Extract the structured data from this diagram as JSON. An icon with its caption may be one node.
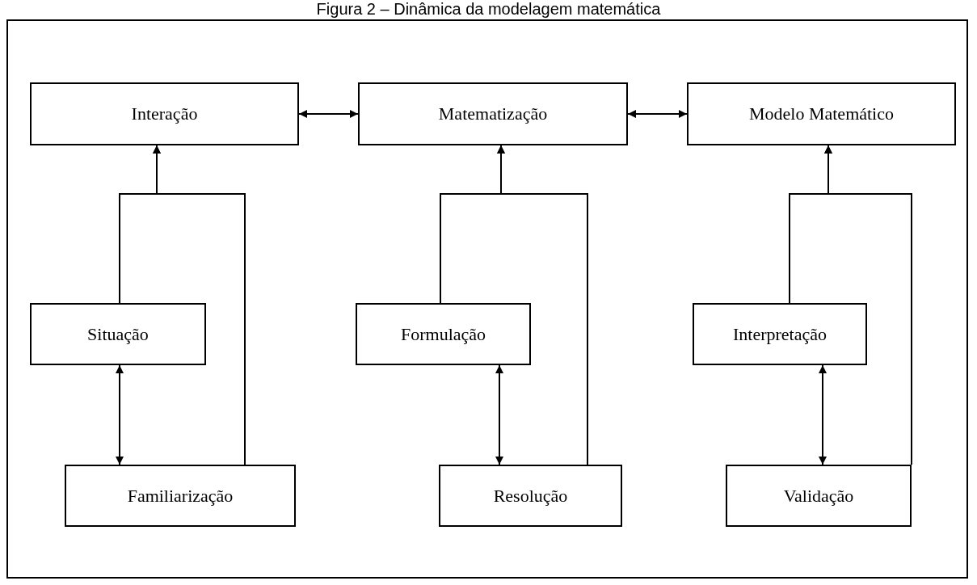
{
  "diagram": {
    "title": "Figura 2 – Dinâmica da modelagem matemática",
    "nodes": [
      {
        "text": [
          "Interação"
        ]
      },
      {
        "text": [
          "Matematização"
        ]
      },
      {
        "text": [
          "Modelo Matemático"
        ]
      },
      {
        "text": [
          "Situação"
        ]
      },
      {
        "text": [
          "Formulação"
        ]
      },
      {
        "text": [
          "Interpretação"
        ]
      },
      {
        "text": [
          "Familiarização"
        ]
      },
      {
        "text": [
          "Resolução"
        ]
      },
      {
        "text": [
          "Validação"
        ]
      }
    ],
    "edges": [
      {
        "from": 0,
        "to": 1,
        "arrow": "both"
      },
      {
        "from": 1,
        "to": 2,
        "arrow": "both"
      },
      {
        "from": 3,
        "to": 0,
        "arrow": "to"
      },
      {
        "from": 6,
        "to": 0,
        "arrow": "to"
      },
      {
        "from": 3,
        "to": 6,
        "arrow": "both"
      },
      {
        "from": 4,
        "to": 1,
        "arrow": "to"
      },
      {
        "from": 7,
        "to": 1,
        "arrow": "to"
      },
      {
        "from": 4,
        "to": 7,
        "arrow": "both"
      },
      {
        "from": 5,
        "to": 2,
        "arrow": "to"
      },
      {
        "from": 8,
        "to": 2,
        "arrow": "to"
      },
      {
        "from": 5,
        "to": 8,
        "arrow": "both"
      }
    ]
  }
}
